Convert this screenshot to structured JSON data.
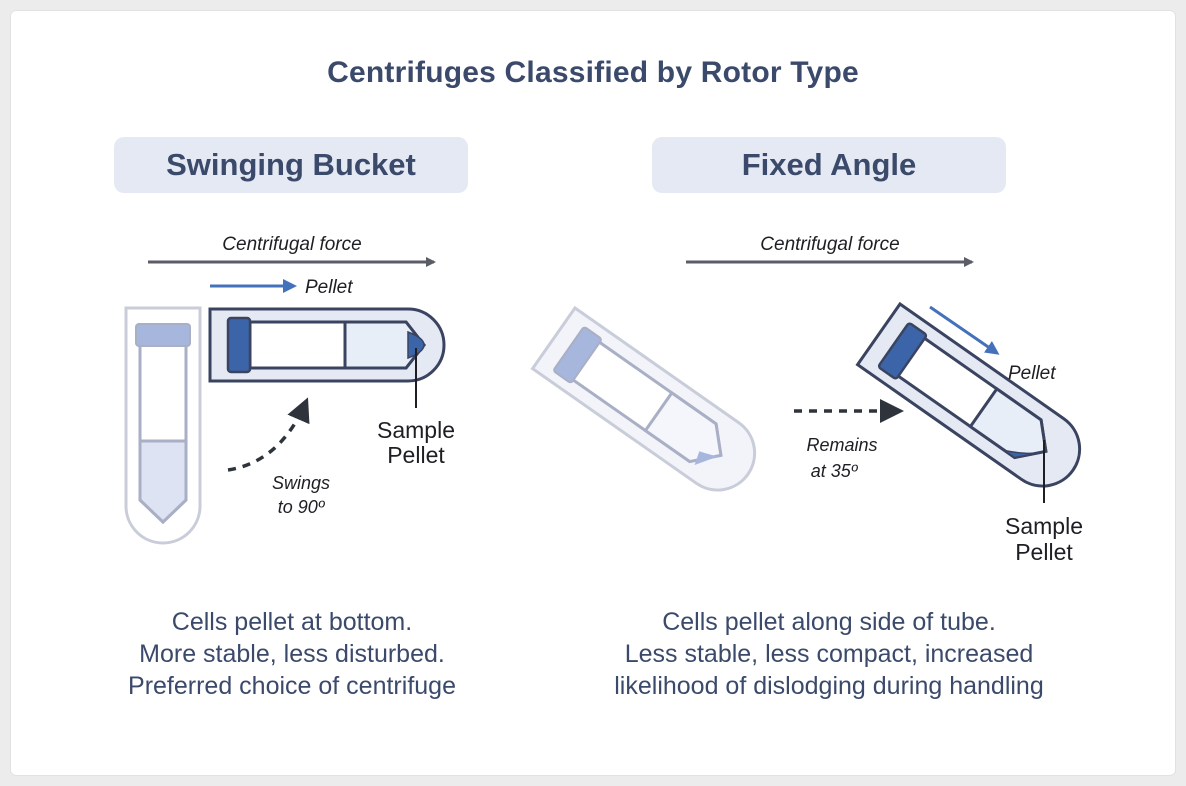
{
  "title": "Centrifuges Classified by Rotor Type",
  "panels": {
    "left": {
      "label": "Swinging Bucket",
      "force_label": "Centrifugal force",
      "pellet_arrow_label": "Pellet",
      "motion_label_line1": "Swings",
      "motion_label_line2": "to 90º",
      "sample_label_line1": "Sample",
      "sample_label_line2": "Pellet",
      "caption": [
        "Cells pellet at bottom.",
        "More stable, less disturbed.",
        "Preferred choice of centrifuge"
      ]
    },
    "right": {
      "label": "Fixed Angle",
      "force_label": "Centrifugal force",
      "pellet_arrow_label": "Pellet",
      "motion_label_line1": "Remains",
      "motion_label_line2": "at 35º",
      "sample_label_line1": "Sample",
      "sample_label_line2": "Pellet",
      "caption": [
        "Cells pellet along side of tube.",
        "Less stable, less compact, increased",
        "likelihood of dislodging during handling"
      ]
    }
  },
  "colors": {
    "title": "#3b4a6b",
    "label_bg": "#e4e9f4",
    "outline": "#3a4460",
    "outline_faded": "#a9afc4",
    "cap_dark": "#3c64a8",
    "cap_faded": "#a6b6dc",
    "pellet_arrow": "#4471bb",
    "force_arrow": "#5a5c66",
    "liquid": "#e8eef8",
    "liquid_faded": "#dde3f2",
    "text_dark": "#1e1e24"
  }
}
